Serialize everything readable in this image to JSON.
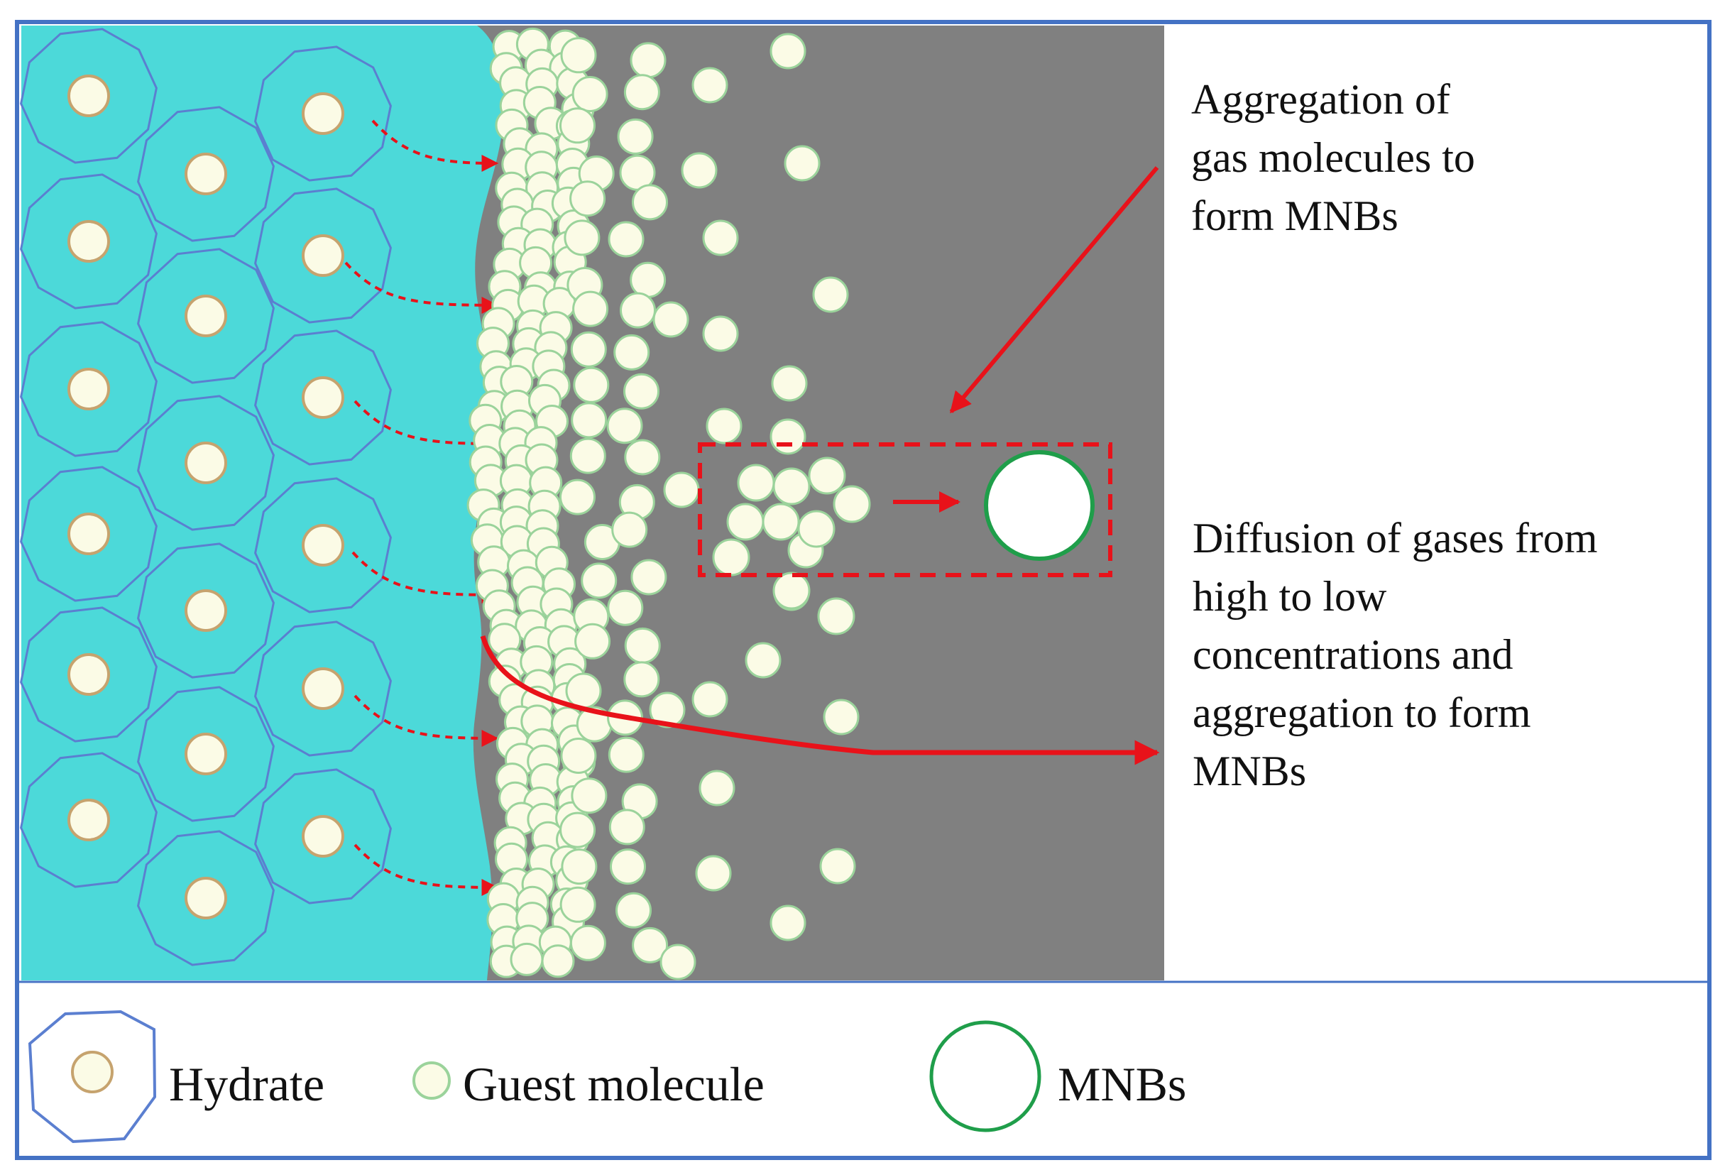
{
  "annotations": {
    "aggregation": {
      "lines": [
        "Aggregation  of",
        "gas molecules to",
        "form MNBs"
      ]
    },
    "diffusion": {
      "lines": [
        "Diffusion of gases from",
        "high to low",
        "concentrations and",
        "aggregation  to form",
        "MNBs"
      ]
    }
  },
  "legend": {
    "hydrate": "Hydrate",
    "guest": "Guest molecule",
    "mnb": "MNBs"
  },
  "colors": {
    "frame": "#4472c4",
    "hydrate_region": "#4cd9d9",
    "hydrate_cell_stroke": "#5b7fd0",
    "liquid_region": "#808080",
    "molecule_fill": "#fbfbe6",
    "molecule_stroke_hydrate": "#c6a36e",
    "molecule_stroke_guest": "#9bd39b",
    "mnb_stroke": "#1f9e4a",
    "arrow": "#e8121a"
  },
  "icons": {
    "hydrate_cell": "octagon-cage-icon",
    "guest_molecule": "small-circle-icon",
    "mnb": "large-bubble-icon"
  }
}
